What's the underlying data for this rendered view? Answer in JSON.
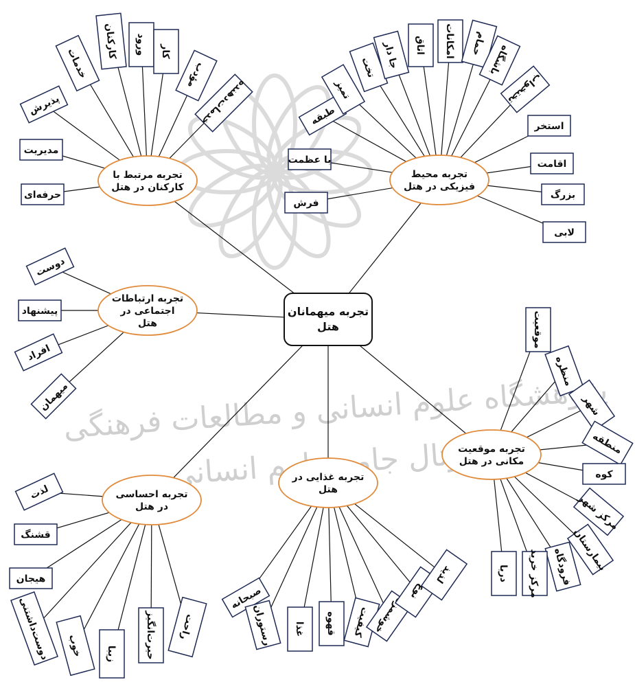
{
  "diagram": {
    "center_lines": [
      "تجربه میهمانان",
      "هتل"
    ],
    "watermark_lines": [
      "پژوهشگاه علوم انسانی و مطالعات فرهنگی",
      "پرتال جامع علوم انسانی"
    ],
    "colors": {
      "ellipse_stroke": "#e08a3a",
      "box_stroke": "#1e2a55",
      "line": "#111111",
      "watermark": "#cfcfcf"
    },
    "categories": [
      {
        "id": "staff",
        "lines": [
          "تجربه مرتبط با",
          "کارکنان در هتل"
        ],
        "keywords": [
          "حرفه‌ای",
          "مدیریت",
          "پذیرش",
          "خدمات",
          "کارکنان",
          "ورود",
          "کار",
          "مؤدب",
          "خدمات‌دهنده"
        ]
      },
      {
        "id": "physical",
        "lines": [
          "تجربه محیط",
          "فیزیکی در هتل"
        ],
        "keywords": [
          "فرش",
          "با عظمت",
          "طبقه",
          "تمیز",
          "تخت",
          "جا دار",
          "اتاق",
          "امکانات",
          "حمام",
          "باشگاه",
          "تختخواب",
          "استخر",
          "اقامت",
          "بزرگ",
          "لابی"
        ]
      },
      {
        "id": "social",
        "lines": [
          "تجربه ارتباطات",
          "اجتماعی در",
          "هتل"
        ],
        "keywords": [
          "دوست",
          "پیشنهاد",
          "افراد",
          "میهمان"
        ]
      },
      {
        "id": "location",
        "lines": [
          "تجربه موقعیت",
          "مکانی در هتل"
        ],
        "keywords": [
          "موقعیت",
          "منظره",
          "شهر",
          "منطقه",
          "کوه",
          "مرکز شهر",
          "بیمارستان",
          "فرودگاه",
          "مرکز خرید",
          "دریا"
        ]
      },
      {
        "id": "food",
        "lines": [
          "تجربه غذایی در",
          "هتل"
        ],
        "keywords": [
          "صبحانه",
          "رستوران",
          "غذا",
          "قهوه",
          "کیفیت",
          "خوشمزه",
          "نوع",
          "لذیذ"
        ]
      },
      {
        "id": "emotional",
        "lines": [
          "تجربه احساسی",
          "در هتل"
        ],
        "keywords": [
          "لذت",
          "قشنگ",
          "هیجان",
          "دوست‌داشتنی",
          "خوب",
          "زیبا",
          "حیرت‌انگیز",
          "راحت"
        ]
      }
    ]
  }
}
